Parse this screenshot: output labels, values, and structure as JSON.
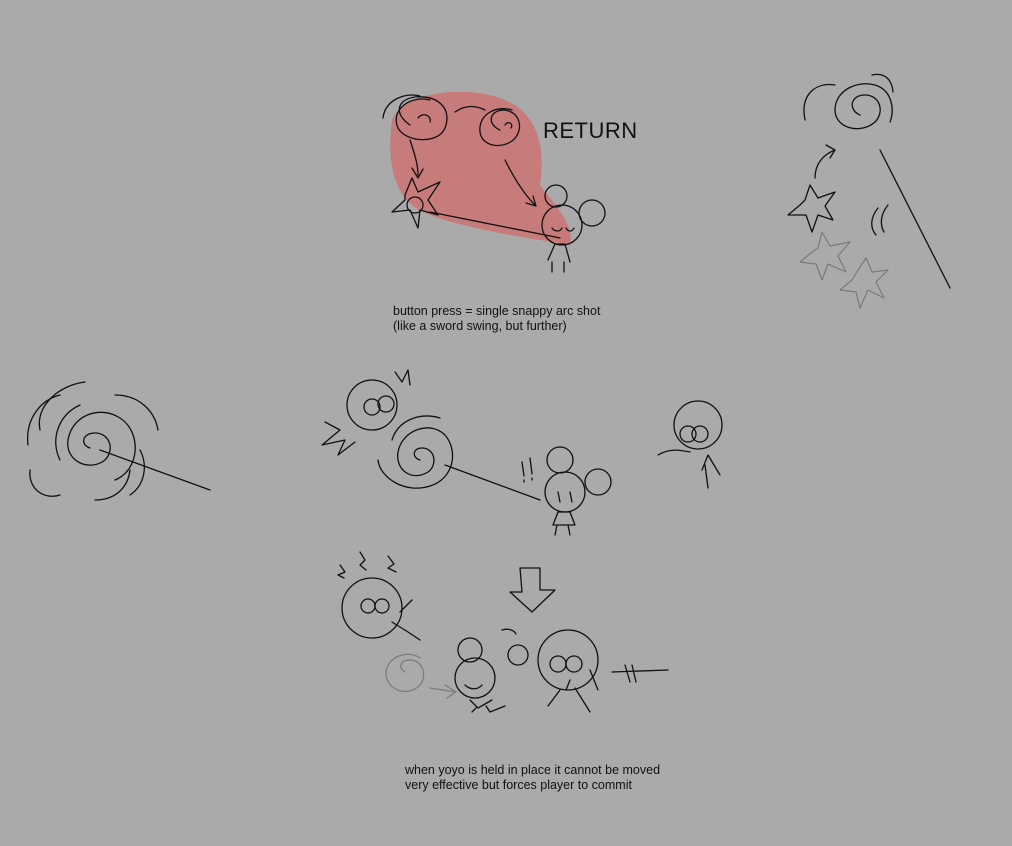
{
  "sketch": {
    "top_label": "RETURN",
    "note_top": {
      "line1": "button press = single snappy arc shot",
      "line2": "(like a sword swing, but further)"
    },
    "note_bottom": {
      "line1": "when yoyo is held in place it cannot be moved",
      "line2": "very effective but forces player to commit"
    },
    "colors": {
      "background": "#aaaaaa",
      "arc_fill": "#c87878",
      "ink": "#111111"
    }
  }
}
